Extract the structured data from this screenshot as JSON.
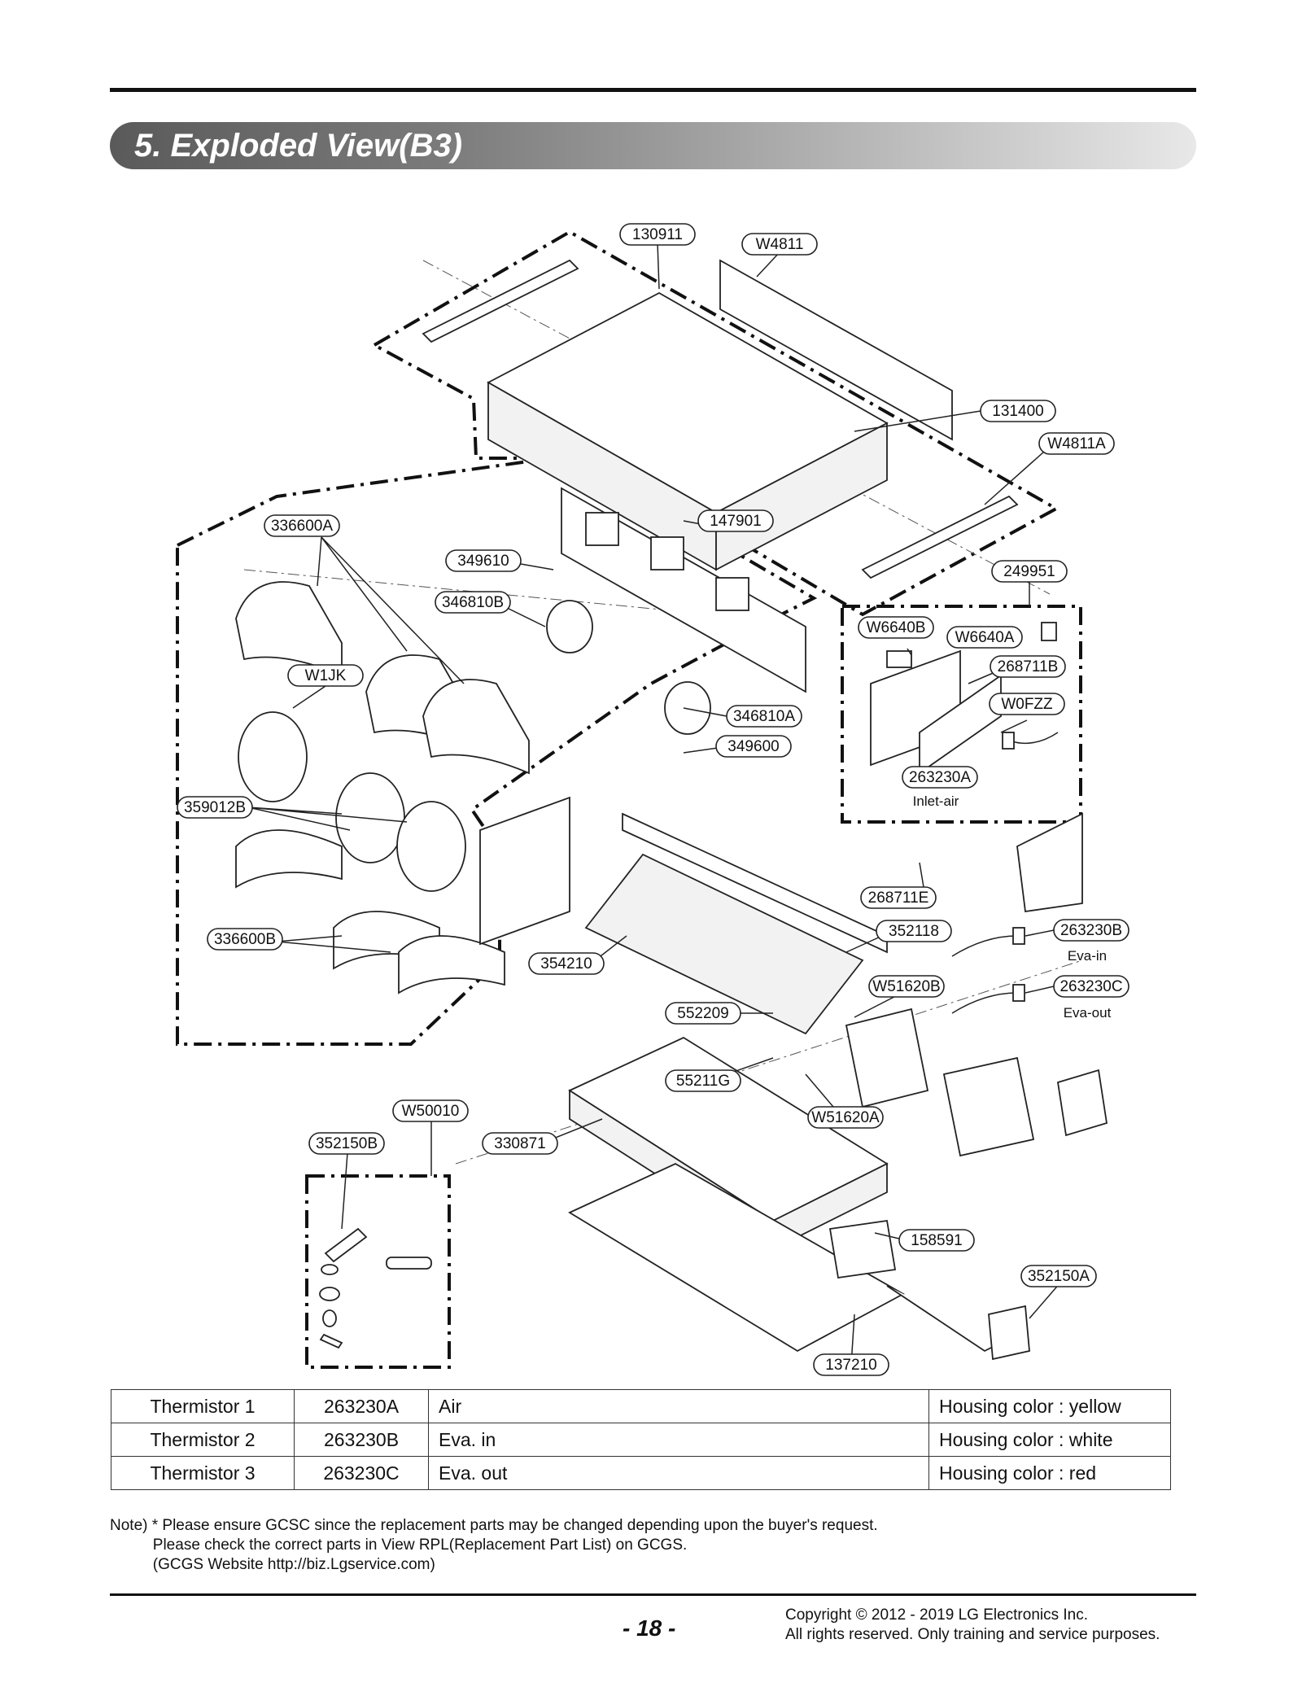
{
  "header": {
    "title": "5. Exploded View(B3)"
  },
  "diagram": {
    "callouts": [
      {
        "id": "c1",
        "label": "130911"
      },
      {
        "id": "c2",
        "label": "W4811"
      },
      {
        "id": "c3",
        "label": "131400"
      },
      {
        "id": "c4",
        "label": "W4811A"
      },
      {
        "id": "c5",
        "label": "147901"
      },
      {
        "id": "c6",
        "label": "249951"
      },
      {
        "id": "c7",
        "label": "336600A"
      },
      {
        "id": "c8",
        "label": "349610"
      },
      {
        "id": "c9",
        "label": "346810B"
      },
      {
        "id": "c10",
        "label": "W6640B"
      },
      {
        "id": "c11",
        "label": "W6640A"
      },
      {
        "id": "c12",
        "label": "268711B"
      },
      {
        "id": "c13",
        "label": "W1JK"
      },
      {
        "id": "c14",
        "label": "W0FZZ"
      },
      {
        "id": "c15",
        "label": "346810A"
      },
      {
        "id": "c16",
        "label": "349600"
      },
      {
        "id": "c17",
        "label": "263230A"
      },
      {
        "id": "c18",
        "label": "359012B"
      },
      {
        "id": "c19",
        "label": "268711E"
      },
      {
        "id": "c20",
        "label": "336600B"
      },
      {
        "id": "c21",
        "label": "352118"
      },
      {
        "id": "c22",
        "label": "263230B"
      },
      {
        "id": "c23",
        "label": "354210"
      },
      {
        "id": "c24",
        "label": "W51620B"
      },
      {
        "id": "c25",
        "label": "263230C"
      },
      {
        "id": "c26",
        "label": "552209"
      },
      {
        "id": "c27",
        "label": "55211G"
      },
      {
        "id": "c28",
        "label": "W50010"
      },
      {
        "id": "c29",
        "label": "W51620A"
      },
      {
        "id": "c30",
        "label": "352150B"
      },
      {
        "id": "c31",
        "label": "330871"
      },
      {
        "id": "c32",
        "label": "158591"
      },
      {
        "id": "c33",
        "label": "352150A"
      },
      {
        "id": "c34",
        "label": "137210"
      }
    ],
    "sublabels": {
      "inlet_air": "Inlet-air",
      "eva_in": "Eva-in",
      "eva_out": "Eva-out"
    }
  },
  "thermistor_table": {
    "rows": [
      {
        "name": "Thermistor 1",
        "code": "263230A",
        "location": "Air",
        "housing": "Housing color : yellow"
      },
      {
        "name": "Thermistor 2",
        "code": "263230B",
        "location": "Eva. in",
        "housing": "Housing color : white"
      },
      {
        "name": "Thermistor 3",
        "code": "263230C",
        "location": "Eva. out",
        "housing": "Housing color : red"
      }
    ]
  },
  "note": {
    "line1": "Note) * Please ensure GCSC since the replacement parts may be changed depending upon the buyer's request.",
    "line2": "          Please check the correct parts in View RPL(Replacement Part List) on GCGS.",
    "line3": "          (GCGS Website http://biz.Lgservice.com)"
  },
  "footer": {
    "page_number": "- 18 -",
    "copyright_line1": "Copyright © 2012 - 2019 LG Electronics Inc.",
    "copyright_line2": "All rights reserved. Only training and service purposes."
  }
}
